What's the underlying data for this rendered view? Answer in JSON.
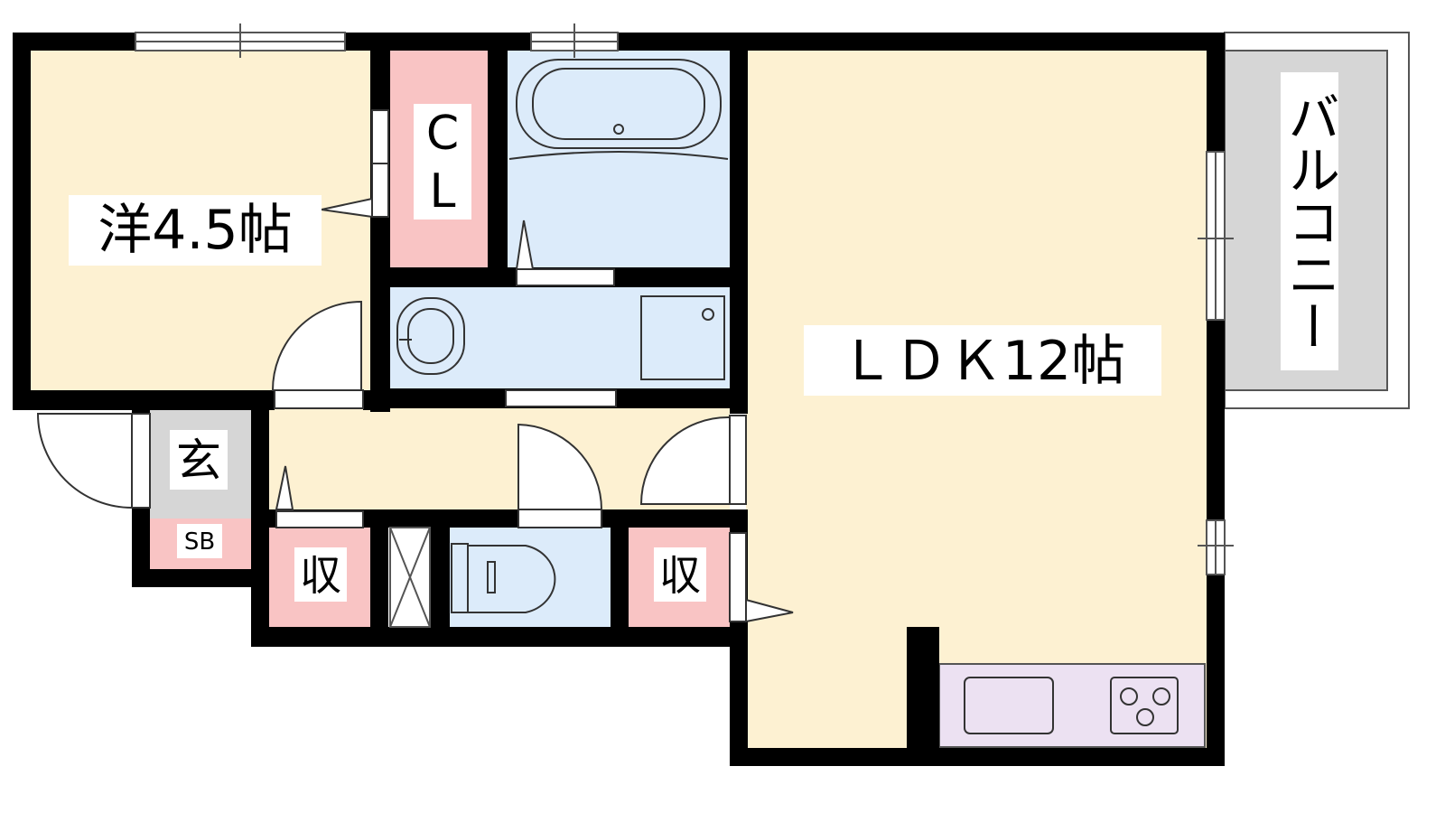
{
  "rooms": {
    "western_room": "洋4.5帖",
    "closet": "CL",
    "ldk": "ＬＤＫ12帖",
    "balcony": "バルコニー",
    "entrance": "玄",
    "shoe_box": "SB",
    "storage_left": "収",
    "storage_right": "収"
  },
  "colors": {
    "wall": "#000000",
    "room_floor": "#fdf1d2",
    "wet_area": "#dcebfa",
    "storage": "#f9c4c4",
    "entrance": "#d6d6d6",
    "balcony": "#d6d6d6",
    "kitchen": "#ece1f2"
  }
}
